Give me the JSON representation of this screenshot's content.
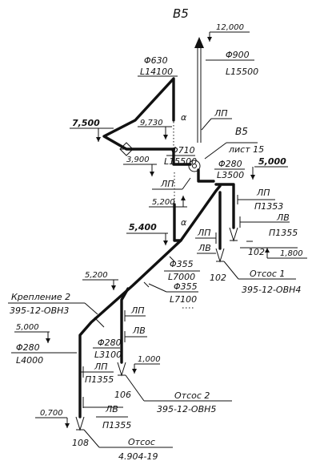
{
  "title": "В5",
  "top_elevation": "12,000",
  "ducts": {
    "d630": {
      "dia": "Φ630",
      "len": "L14100"
    },
    "d900": {
      "dia": "Φ900",
      "len": "L15500"
    },
    "d710": {
      "dia": "Φ710",
      "len": "L15500"
    },
    "d280_upper": {
      "dia": "Φ280",
      "len": "L3500"
    },
    "d355_mid": {
      "dia": "Φ355",
      "len": "L7000"
    },
    "d355_low": {
      "dia": "Φ355",
      "len": "L7100"
    },
    "d280_mid": {
      "dia": "Φ280",
      "len": "L3100"
    },
    "d280_low": {
      "dia": "Φ280",
      "len": "L4000"
    }
  },
  "elevations": {
    "e7500": "7,500",
    "e9730": "9,730",
    "e3900": "3,900",
    "e5000_right": "5,000",
    "e5200_mid": "5,200",
    "e5400": "5,400",
    "e1800": "1,800",
    "e5200_left": "5,200",
    "e5000_left": "5,000",
    "e1000": "1,000",
    "e0700": "0,700"
  },
  "labels": {
    "alpha_1": "α",
    "alpha_2": "α",
    "lp_1": "ЛП",
    "v5_ref": "В5",
    "sheet_ref": "лист 15",
    "lp_2": "ЛП",
    "lp_3": "ЛП",
    "p1353": "П1353",
    "lv_1": "ЛВ",
    "p1355_1": "П1355",
    "lp_4": "ЛП",
    "lv_2": "ЛВ",
    "lp_5": "ЛП",
    "lv_3": "ЛВ",
    "lp_6": "ЛП",
    "p1355_2": "П1355",
    "lv_4": "ЛВ",
    "p1355_3": "П1355"
  },
  "nodes": {
    "n102a": "102",
    "n102b": "102",
    "n106": "106",
    "n108": "108"
  },
  "callouts": {
    "otsos1": "Отсос 1",
    "otsos1_doc": "395-12-ОВН4",
    "krep": "Крепление 2",
    "krep_doc": "395-12-ОВН3",
    "otsos2": "Отсос 2",
    "otsos2_doc": "395-12-ОВН5",
    "otsos3": "Отсос",
    "otsos3_doc": "4.904-19"
  }
}
